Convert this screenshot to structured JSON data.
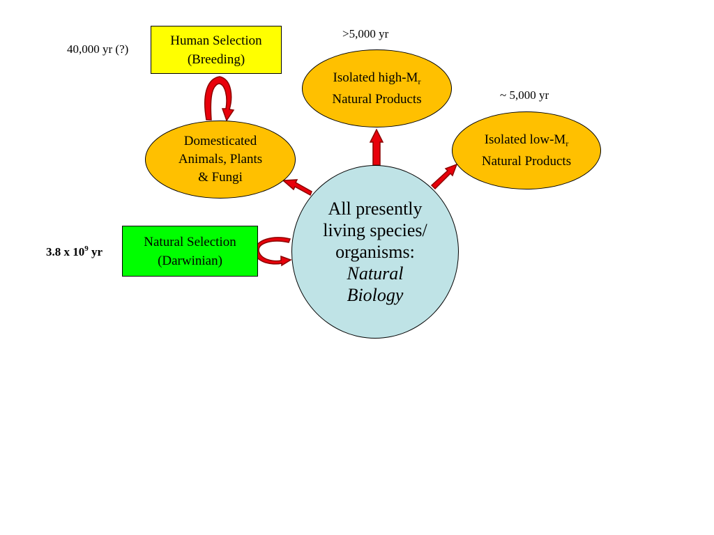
{
  "colors": {
    "orange": "#FFC000",
    "yellow": "#FFFF00",
    "green": "#00FF00",
    "center": "#BFE3E6",
    "arrow_fill": "#E8000B",
    "arrow_stroke": "#8B0000"
  },
  "nodes": {
    "human_selection": {
      "line1": "Human Selection",
      "line2": "(Breeding)"
    },
    "natural_selection": {
      "line1": "Natural Selection",
      "line2": "(Darwinian)"
    },
    "domesticated": {
      "line1": "Domesticated",
      "line2": "Animals, Plants",
      "line3": "& Fungi"
    },
    "high_mr": {
      "line1_pre": "Isolated high-M",
      "line1_sub": "r",
      "line2": "Natural Products"
    },
    "low_mr": {
      "line1_pre": "Isolated low-M",
      "line1_sub": "r",
      "line2": "Natural Products"
    },
    "center": {
      "line1": "All presently",
      "line2": "living species/",
      "line3": "organisms:",
      "line4": "Natural",
      "line5": "Biology"
    }
  },
  "notes": {
    "human_time": "40,000 yr (?)",
    "high_time": ">5,000 yr",
    "low_time": "~ 5,000 yr",
    "natural_time_pre": "3.8 x 10",
    "natural_time_sup": "9",
    "natural_time_post": " yr"
  }
}
